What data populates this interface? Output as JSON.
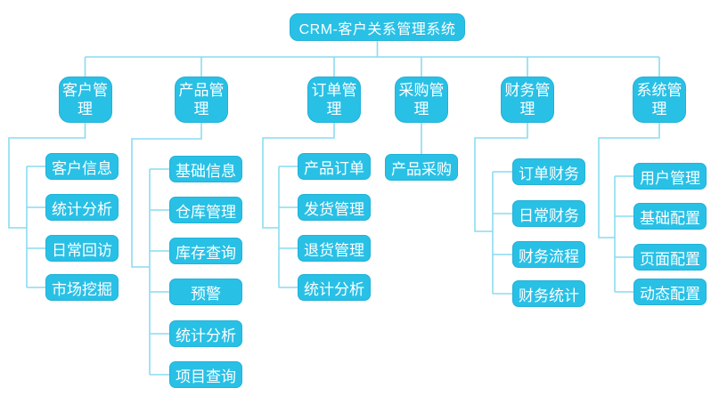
{
  "diagram": {
    "title": "CRM-客户关系管理系统",
    "colors": {
      "node_fill": "#29c0e6",
      "node_border": "#22b2d8",
      "node_text": "#ffffff",
      "connector": "#8adcf0",
      "background": "#ffffff"
    },
    "branches": [
      {
        "id": "customer-management",
        "label": "客户管理",
        "children": [
          "客户信息",
          "统计分析",
          "日常回访",
          "市场挖掘"
        ]
      },
      {
        "id": "product-management",
        "label": "产品管理",
        "children": [
          "基础信息",
          "仓库管理",
          "库存查询",
          "预警",
          "统计分析",
          "项目查询"
        ]
      },
      {
        "id": "order-management",
        "label": "订单管理",
        "children": [
          "产品订单",
          "发货管理",
          "退货管理",
          "统计分析"
        ]
      },
      {
        "id": "purchase-management",
        "label": "采购管理",
        "children": [
          "产品采购"
        ]
      },
      {
        "id": "finance-management",
        "label": "财务管理",
        "children": [
          "订单财务",
          "日常财务",
          "财务流程",
          "财务统计"
        ]
      },
      {
        "id": "system-management",
        "label": "系统管理",
        "children": [
          "用户管理",
          "基础配置",
          "页面配置",
          "动态配置"
        ]
      }
    ]
  }
}
